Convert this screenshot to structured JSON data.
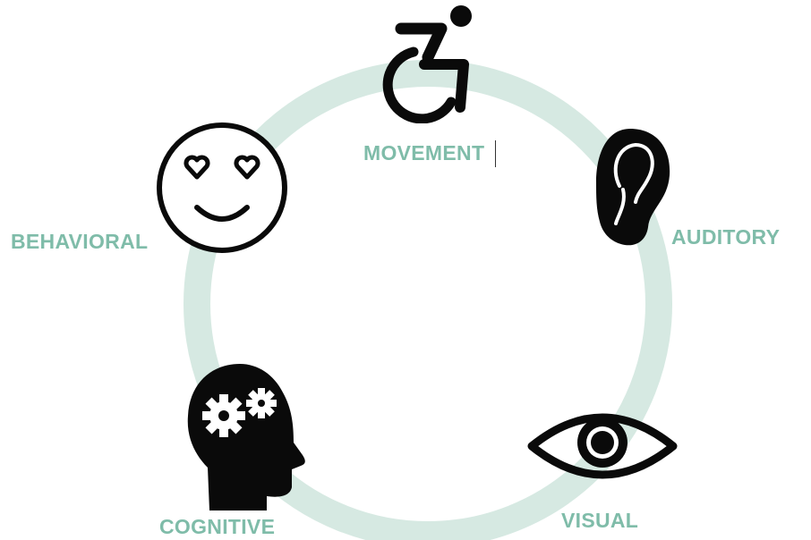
{
  "colors": {
    "ring": "#d6e9e2",
    "label": "#7fbca9",
    "icon": "#0a0a0a"
  },
  "icons": {
    "movement": "wheelchair-icon",
    "auditory": "ear-icon",
    "visual": "eye-icon",
    "cognitive": "head-gears-icon",
    "behavioral": "heart-eyes-smiley-icon"
  },
  "labels": {
    "movement": "MOVEMENT",
    "auditory": "AUDITORY",
    "visual": "VISUAL",
    "cognitive": "COGNITIVE",
    "behavioral": "BEHAVIORAL"
  }
}
